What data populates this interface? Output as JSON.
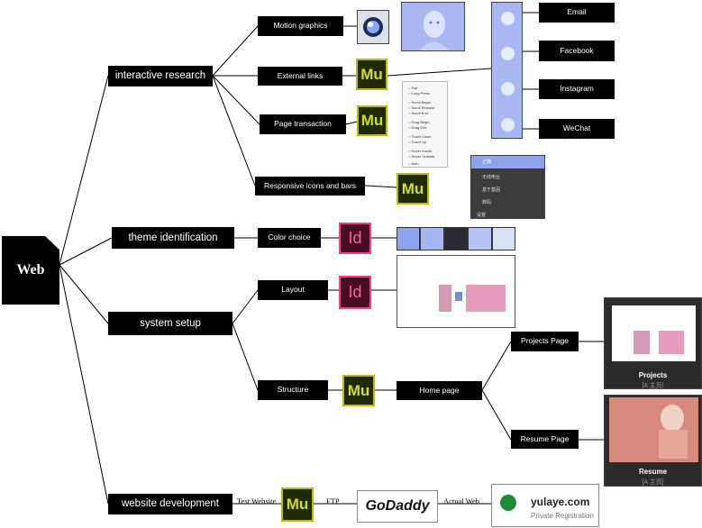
{
  "root": "Web",
  "branches": {
    "interactive_research": "interactive research",
    "theme_identification": "theme identification",
    "system_setup": "system setup",
    "website_development": "website development"
  },
  "nodes": {
    "motion_graphics": "Motion graphics",
    "external_links": "External links",
    "page_transaction": "Page transaction",
    "responsive_icons": "Responsive icons and bars",
    "color_choice": "Color choice",
    "layout": "Layout",
    "structure": "Structure",
    "home_page": "Home page",
    "projects_page": "Projects Page",
    "resume_page": "Resume Page"
  },
  "social_links": [
    "Email",
    "Facebook",
    "Instagram",
    "WeChat"
  ],
  "app_icons": {
    "muse": "Mu",
    "indesign": "Id"
  },
  "edge_labels": {
    "test_website": "Test Website",
    "ftp": "FTP",
    "actual_web": "Actual Web"
  },
  "godaddy": "GoDaddy",
  "domain_card": {
    "domain": "yulaye.com",
    "subtitle": "Private Registration"
  },
  "trigger_list": [
    "Tap",
    "Long Press",
    "Scroll Begin",
    "Scroll Release",
    "Scroll End",
    "Drag Begin",
    "Drag End",
    "Touch Down",
    "Touch Up",
    "Hover Inside",
    "Hover Outside",
    "Auto"
  ],
  "menu_items": [
    "正确",
    "无线电台",
    "基于基因",
    "数码"
  ],
  "menu_footer": "设置",
  "project_caption": "Projects",
  "project_sub": "[A 主页]",
  "resume_caption": "Resume",
  "resume_sub": "[A 主页]",
  "palette": [
    "#8ea3f0",
    "#a7b6f4",
    "#2a2a30",
    "#b4c4f6",
    "#d8e2f4"
  ],
  "colors": {
    "box": "#000000",
    "muse_border": "#b6c000",
    "indesign_border": "#ff3c8a",
    "line": "#000000"
  }
}
